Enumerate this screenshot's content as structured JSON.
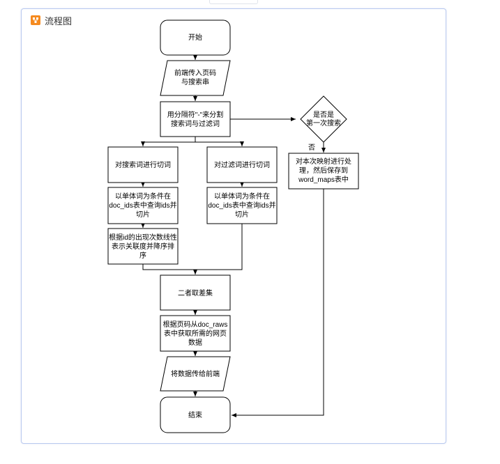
{
  "panel": {
    "title": "流程图"
  },
  "nodes": {
    "start": "开始",
    "input_line1": "前端传入页码",
    "input_line2": "与搜索串",
    "split_line1": "用分隔符\"-\"来分割",
    "split_line2": "搜索词与过滤词",
    "decision_line1": "是否是",
    "decision_line2": "第一次搜索",
    "no_label": "否",
    "mapping_line1": "对本次映射进行处",
    "mapping_line2": "理，然后保存到",
    "mapping_line3": "word_maps表中",
    "cut_search": "对搜索词进行切词",
    "cut_filter": "对过滤词进行切词",
    "query_left_line1": "以单体词为条件在",
    "query_left_line2": "doc_ids表中查询ids并",
    "query_left_line3": "切片",
    "query_right_line1": "以单体词为条件在",
    "query_right_line2": "doc_ids表中查询ids并",
    "query_right_line3": "切片",
    "sort_line1": "根据id的出现次数线性",
    "sort_line2": "表示关联度并降序排",
    "sort_line3": "序",
    "diff": "二者取差集",
    "fetch_line1": "根据页码从doc_raws",
    "fetch_line2": "表中获取所需的网页",
    "fetch_line3": "数据",
    "output": "将数据传给前端",
    "end": "结束"
  }
}
